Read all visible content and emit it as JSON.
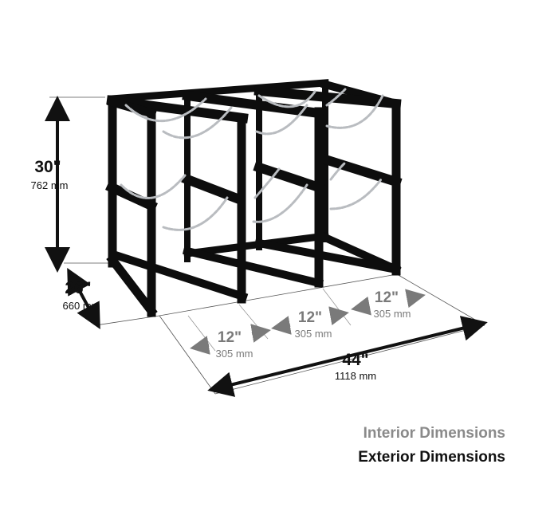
{
  "diagram": {
    "height": {
      "inches": "30\"",
      "mm": "762 mm"
    },
    "depth": {
      "inches": "26\"",
      "mm": "660 mm"
    },
    "width": {
      "inches": "44\"",
      "mm": "1118 mm"
    },
    "bays": [
      {
        "inches": "12\"",
        "mm": "305 mm"
      },
      {
        "inches": "12\"",
        "mm": "305 mm"
      },
      {
        "inches": "12\"",
        "mm": "305 mm"
      }
    ]
  },
  "legend": {
    "interior": "Interior Dimensions",
    "exterior": "Exterior Dimensions"
  },
  "colors": {
    "exterior": "#111111",
    "interior": "#7a7a7a",
    "frame": "#0d0d0d",
    "chain": "#b9bcc0"
  }
}
